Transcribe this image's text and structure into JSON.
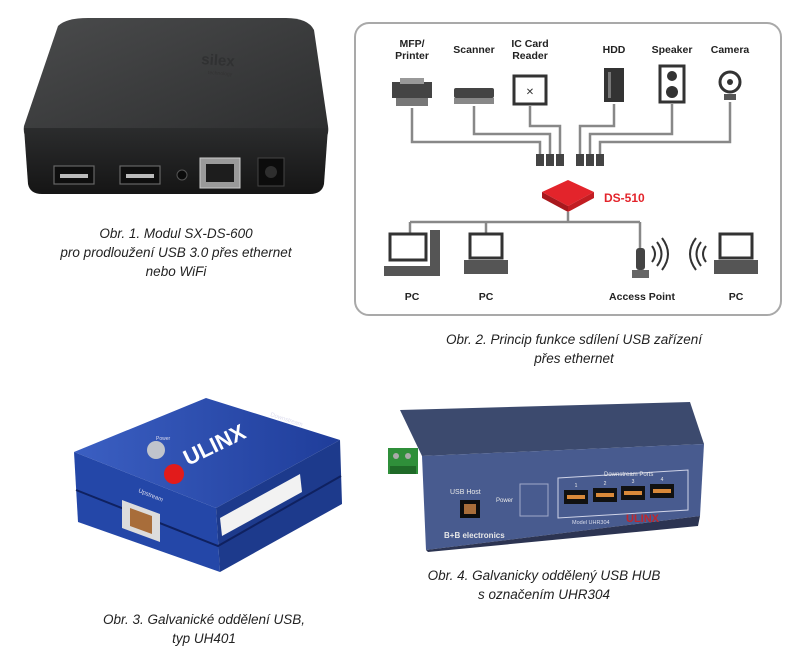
{
  "figures": [
    {
      "id": "fig1",
      "caption": [
        "Obr. 1.  Modul SX-DS-600",
        "pro prodloužení USB 3.0 přes ethernet",
        "nebo WiFi"
      ],
      "device_logo": "silex",
      "device_logo_sub": "technology"
    },
    {
      "id": "fig2",
      "caption": [
        "Obr. 2.  Princip funkce sdílení USB zařízení",
        "přes ethernet"
      ],
      "devices": [
        {
          "label": [
            "MFP/",
            "Printer"
          ],
          "icon": "printer-icon"
        },
        {
          "label": [
            "Scanner"
          ],
          "icon": "scanner-icon"
        },
        {
          "label": [
            "IC Card",
            "Reader"
          ],
          "icon": "card-reader-icon"
        },
        {
          "label": [
            "HDD"
          ],
          "icon": "hdd-icon"
        },
        {
          "label": [
            "Speaker"
          ],
          "icon": "speaker-icon"
        },
        {
          "label": [
            "Camera"
          ],
          "icon": "camera-icon"
        }
      ],
      "hub_label": "DS-510",
      "clients": [
        {
          "label": "PC",
          "icon": "desktop-pc-icon"
        },
        {
          "label": "PC",
          "icon": "laptop-pc-icon"
        },
        {
          "label": "Access Point",
          "icon": "access-point-icon"
        },
        {
          "label": "PC",
          "icon": "wireless-laptop-icon"
        }
      ],
      "accent": "#e3242b"
    },
    {
      "id": "fig3",
      "caption": [
        "Obr. 3.  Galvanické oddělení USB,",
        "typ UH401"
      ],
      "brand": "ULINX",
      "port_label": "Upstream",
      "top_label": "Downstream",
      "power_label": "Power"
    },
    {
      "id": "fig4",
      "caption": [
        "Obr. 4.  Galvanicky oddělený USB HUB",
        "s označením UHR304"
      ],
      "host_label": "USB Host",
      "power_label": "Power",
      "ports_label": "Downstream Ports",
      "port_numbers": [
        "1",
        "2",
        "3",
        "4"
      ],
      "brand": "B+B electronics",
      "model": "Model UHR304",
      "logo": "ULINX"
    }
  ]
}
